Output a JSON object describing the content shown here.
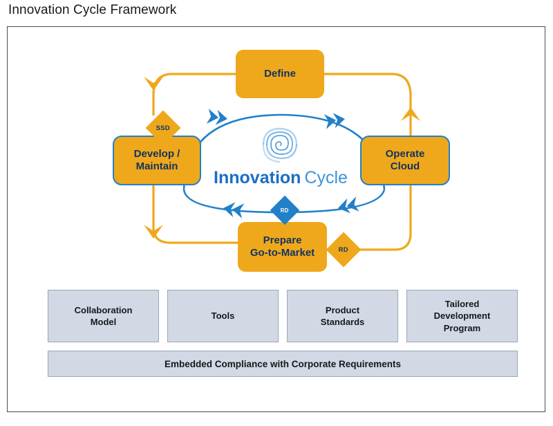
{
  "page": {
    "title": "Innovation Cycle Framework"
  },
  "center": {
    "logo_icon": "spiral-swirl-icon",
    "word_bold": "Innovation",
    "word_light": "Cycle"
  },
  "cycle": {
    "nodes": [
      {
        "id": "define",
        "label": "Define",
        "bordered": false
      },
      {
        "id": "develop",
        "label": "Develop /\nMaintain",
        "bordered": true
      },
      {
        "id": "operate",
        "label": "Operate\nCloud",
        "bordered": true
      },
      {
        "id": "prepare",
        "label": "Prepare\nGo-to-Market",
        "bordered": false
      }
    ],
    "node_labels": {
      "define": "Define",
      "develop_line1": "Develop /",
      "develop_line2": "Maintain",
      "operate_line1": "Operate",
      "operate_line2": "Cloud",
      "prepare_line1": "Prepare",
      "prepare_line2": "Go-to-Market"
    },
    "gate_markers": [
      {
        "id": "ssd",
        "label": "SSD",
        "style": "orange"
      },
      {
        "id": "rd-center",
        "label": "RD",
        "style": "blue"
      },
      {
        "id": "rd-right",
        "label": "RD",
        "style": "orange"
      }
    ],
    "gate_labels": {
      "ssd": "SSD",
      "rd_center": "RD",
      "rd_right": "RD"
    }
  },
  "support": {
    "boxes": [
      {
        "line1": "Collaboration",
        "line2": "Model",
        "line3": ""
      },
      {
        "line1": "Tools",
        "line2": "",
        "line3": ""
      },
      {
        "line1": "Product",
        "line2": "Standards",
        "line3": ""
      },
      {
        "line1": "Tailored",
        "line2": "Development",
        "line3": "Program"
      }
    ],
    "labels": {
      "collaboration_1": "Collaboration",
      "collaboration_2": "Model",
      "tools": "Tools",
      "product_1": "Product",
      "product_2": "Standards",
      "tailored_1": "Tailored",
      "tailored_2": "Development",
      "tailored_3": "Program"
    },
    "compliance_bar": "Embedded Compliance with Corporate Requirements"
  },
  "colors": {
    "orange": "#EFA81C",
    "blue": "#2180C8",
    "navy_text": "#10335E",
    "support_fill": "#D2D9E4",
    "logo_bold": "#1A6FC4",
    "logo_light": "#3E93D8",
    "frame_border": "#4A4A4A"
  }
}
